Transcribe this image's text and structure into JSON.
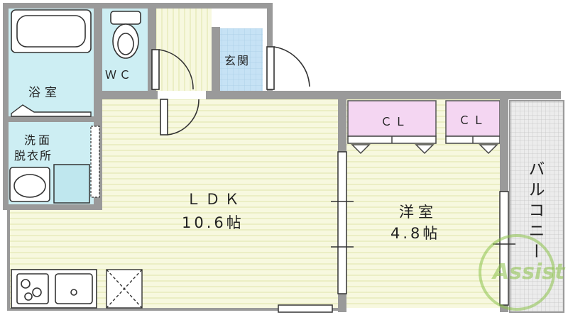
{
  "rooms": {
    "bath": {
      "name": "浴室"
    },
    "wc": {
      "name": "ＷＣ"
    },
    "entrance": {
      "name": "玄関"
    },
    "washroom": {
      "line1": "洗面",
      "line2": "脱衣所"
    },
    "ldk": {
      "name": "ＬＤＫ",
      "size": "10.6帖"
    },
    "western": {
      "name": "洋室",
      "size": "4.8帖"
    },
    "closet1": {
      "name": "ＣＬ"
    },
    "closet2": {
      "name": "ＣＬ"
    },
    "balcony": {
      "name": "バルコニー"
    }
  },
  "watermark": {
    "text": "Assist"
  },
  "colors": {
    "wall": "#8f8f8f",
    "wet_area": "#cdeef3",
    "floor_stripes": "#f6f7dc",
    "floor_line": "#e4e7b4",
    "closet": "#f4d6f2",
    "entrance_tile": "#c7e3f6",
    "balcony_grid": "#c9c9c9",
    "logo_green": "#8cc34a"
  }
}
